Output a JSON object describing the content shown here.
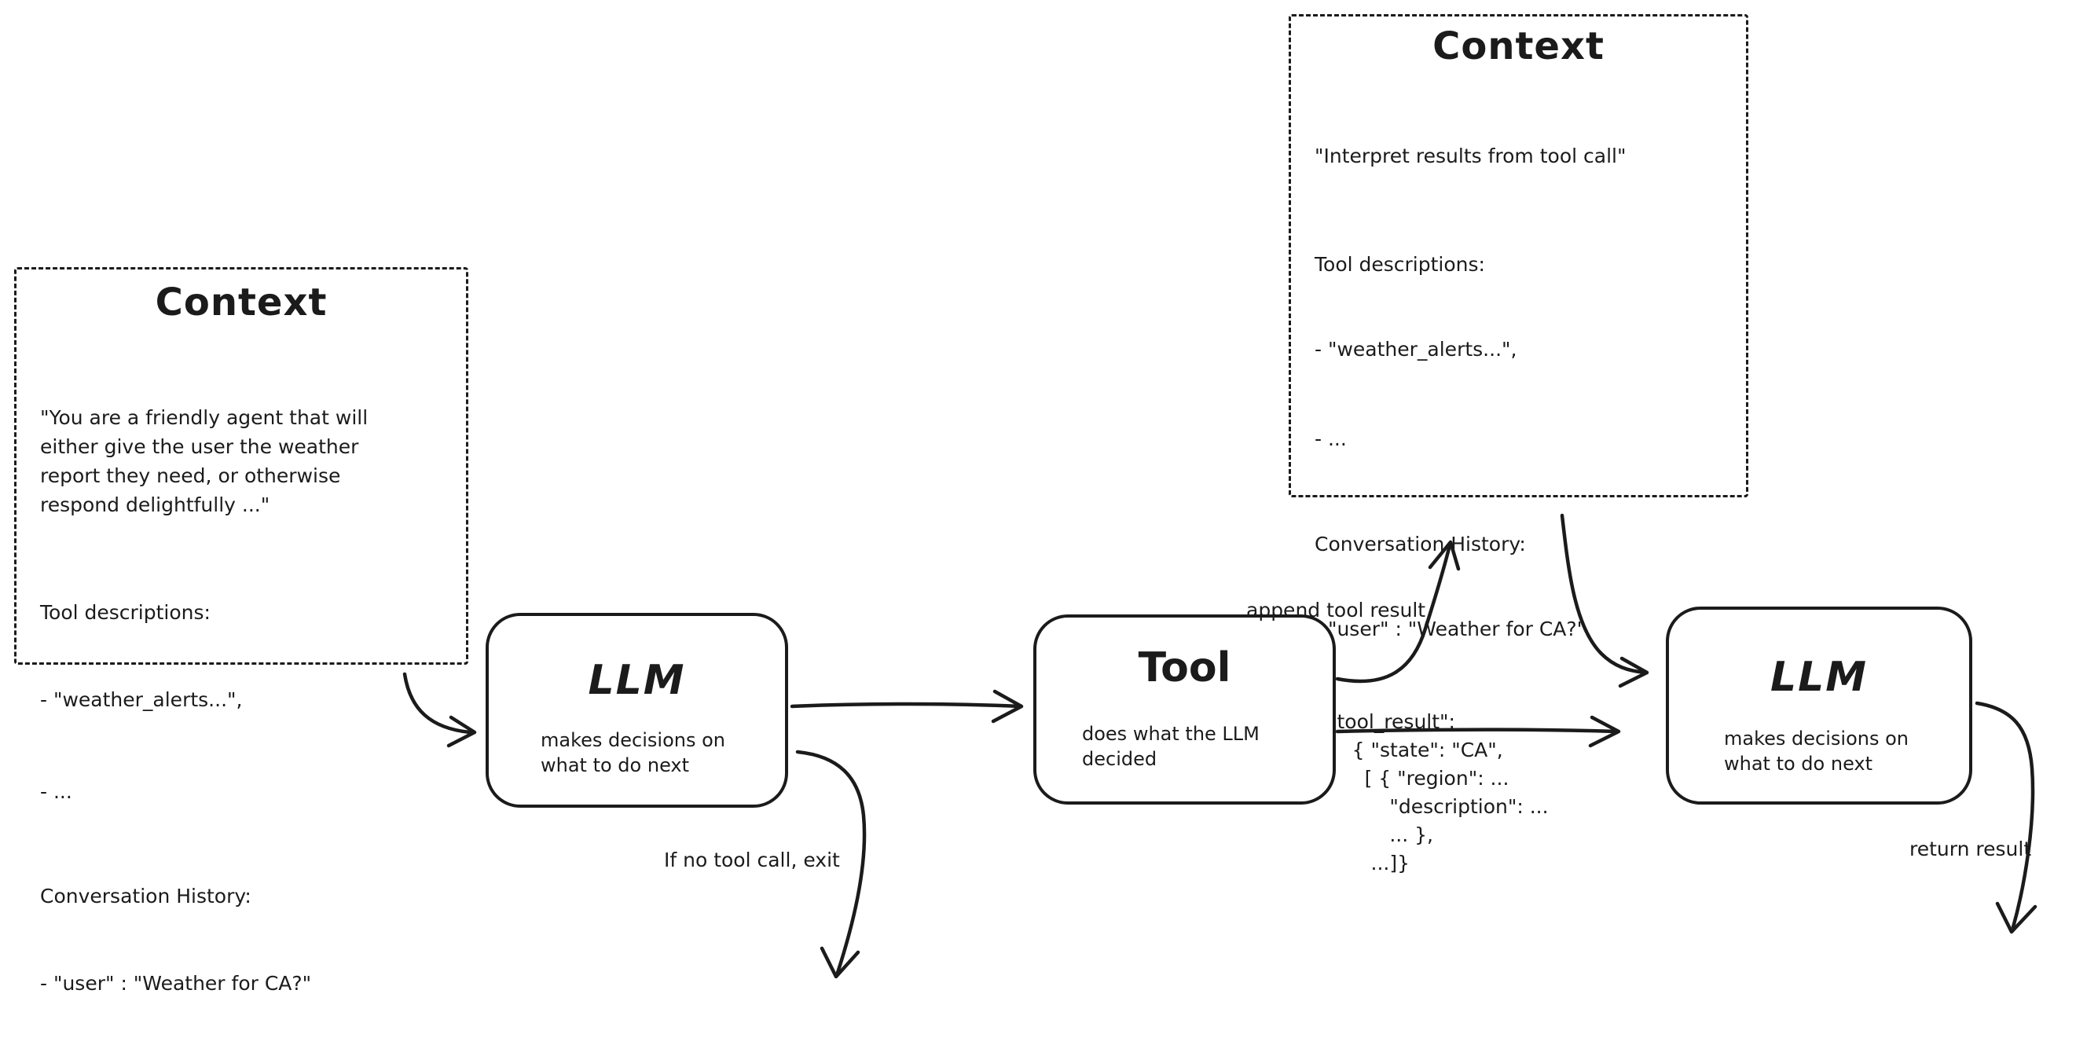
{
  "canvas": {
    "background": "#ffffff",
    "ink_color": "#1b1b1b"
  },
  "context_left": {
    "title": "Context",
    "system_prompt": "\"You are a friendly agent that will\neither give the user the weather\nreport they need, or otherwise\nrespond delightfully ...\"",
    "tool_descriptions_header": "Tool descriptions:",
    "tool_description_item": "- \"weather_alerts...\",",
    "tool_description_more": "- ...",
    "conversation_header": "Conversation History:",
    "conversation_user": "- \"user\" : \"Weather for CA?\""
  },
  "context_top": {
    "title": "Context",
    "system_prompt": "\"Interpret results from tool call\"",
    "tool_descriptions_header": "Tool descriptions:",
    "tool_description_item": "- \"weather_alerts...\",",
    "tool_description_more": "- ...",
    "conversation_header": "Conversation History:",
    "conversation_user": "- \"user\" : \"Weather for CA?\"",
    "conversation_tool_result": "- \"tool_result\":\n      { \"state\": \"CA\",\n        [ { \"region\": ...\n            \"description\": ...\n            ... },\n         ...]}"
  },
  "nodes": {
    "llm_first": {
      "title": "LLM",
      "subtitle": "makes decisions on\nwhat to do next"
    },
    "tool": {
      "title": "Tool",
      "subtitle": "does what the LLM\ndecided"
    },
    "llm_second": {
      "title": "LLM",
      "subtitle": "makes decisions on\nwhat to do next"
    }
  },
  "edge_labels": {
    "append_tool_result": "append tool result",
    "no_tool_call_exit": "If no tool call, exit",
    "return_result": "return result"
  }
}
